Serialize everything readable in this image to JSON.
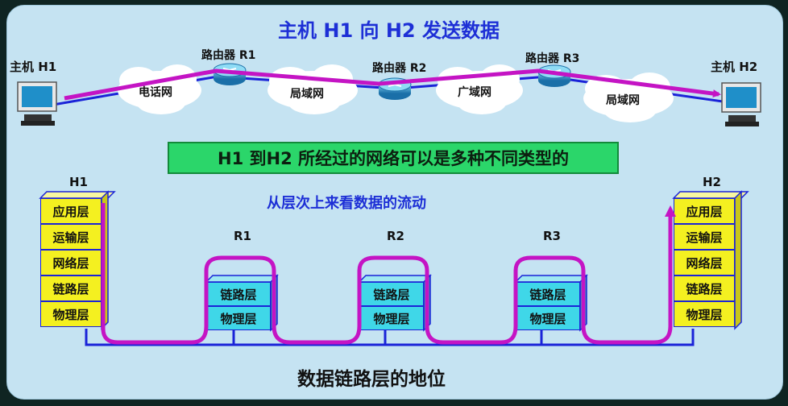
{
  "title_top": "主机 H1 向 H2 发送数据",
  "host_left_label": "主机 H1",
  "host_right_label": "主机 H2",
  "routers": [
    "路由器 R1",
    "路由器 R2",
    "路由器 R3"
  ],
  "clouds": [
    "电话网",
    "局域网",
    "广域网",
    "局域网"
  ],
  "green_box_text": "H1 到H2 所经过的网络可以是多种不同类型的",
  "subtitle": "从层次上来看数据的流动",
  "stack_left_name": "H1",
  "stack_right_name": "H2",
  "router_stack_names": [
    "R1",
    "R2",
    "R3"
  ],
  "host_layers": [
    "应用层",
    "运输层",
    "网络层",
    "链路层",
    "物理层"
  ],
  "router_layers": [
    "链路层",
    "物理层"
  ],
  "bottom_title": "数据链路层的地位",
  "colors": {
    "background": "#c5e3f2",
    "title_blue": "#1d2fd6",
    "flow_magenta": "#c414c4",
    "link_blue": "#1a23d8",
    "host_layer_yellow": "#f4f020",
    "router_layer_cyan": "#3fd7e8",
    "green_box": "#2bd66a"
  }
}
